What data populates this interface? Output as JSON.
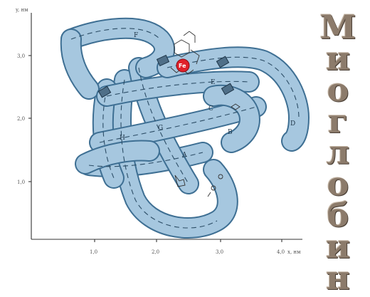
{
  "axes": {
    "y_label": "y, нм",
    "x_label": "x, нм",
    "y_ticks": [
      "3,0",
      "2,0",
      "1,0"
    ],
    "x_ticks": [
      "1,0",
      "2,0",
      "3,0",
      "4,0"
    ]
  },
  "helices": [
    "F",
    "E",
    "C",
    "G",
    "H",
    "B",
    "A",
    "D"
  ],
  "fe_label": "Fe",
  "title_letters": [
    "М",
    "и",
    "о",
    "г",
    "л",
    "о",
    "б",
    "и",
    "н"
  ],
  "colors": {
    "tube": "#a6c7df",
    "tube_edge": "#3e6f93",
    "iron": "#e0202a",
    "title": "#8c7b6b"
  }
}
